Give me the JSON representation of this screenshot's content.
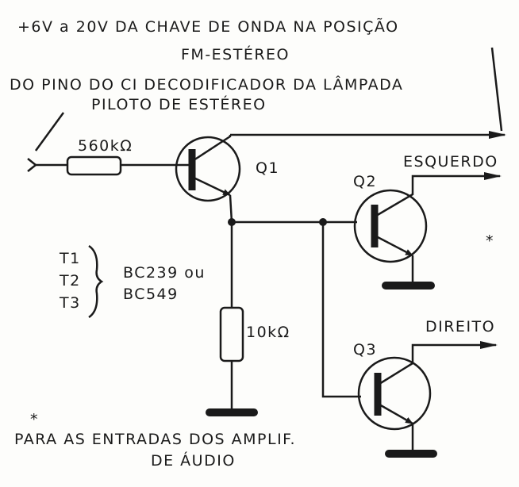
{
  "title": {
    "line1": "+6V a 20V DA CHAVE DE ONDA NA POSIÇÃO",
    "line2": "FM-ESTÉREO"
  },
  "input_label": {
    "line1": "DO PINO DO CI DECODIFICADOR DA LÂMPADA",
    "line2": "PILOTO DE ESTÉREO"
  },
  "components": {
    "r1": "560kΩ",
    "r2": "10kΩ",
    "q1": "Q1",
    "q2": "Q2",
    "q3": "Q3"
  },
  "outputs": {
    "left": "ESQUERDO",
    "right": "DIREITO"
  },
  "transistor_note": {
    "t1": "T1",
    "t2": "T2",
    "t3": "T3",
    "type1": "BC239 ou",
    "type2": "BC549"
  },
  "footnote": {
    "marker": "*",
    "line1": "PARA AS ENTRADAS DOS AMPLIF.",
    "line2": "DE ÁUDIO"
  }
}
